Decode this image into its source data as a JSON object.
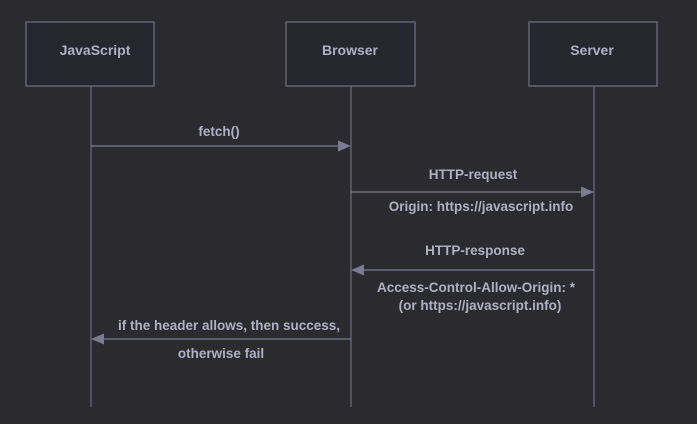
{
  "colors": {
    "background": "#2b2b2f",
    "box_fill": "#25262e",
    "box_stroke": "#6b6c82",
    "line": "#7b7c92",
    "text": "#aeb0c3"
  },
  "actors": {
    "javascript": "JavaScript",
    "browser": "Browser",
    "server": "Server"
  },
  "messages": {
    "fetch": {
      "label": "fetch()",
      "from": "JavaScript",
      "to": "Browser"
    },
    "http_request": {
      "label": "HTTP-request",
      "note": "Origin: https://javascript.info",
      "from": "Browser",
      "to": "Server"
    },
    "http_response": {
      "label": "HTTP-response",
      "note_line1": "Access-Control-Allow-Origin: *",
      "note_line2": "(or https://javascript.info)",
      "from": "Server",
      "to": "Browser"
    },
    "result": {
      "label_line1": "if the header allows, then success,",
      "label_line2": "otherwise fail",
      "from": "Browser",
      "to": "JavaScript"
    }
  }
}
